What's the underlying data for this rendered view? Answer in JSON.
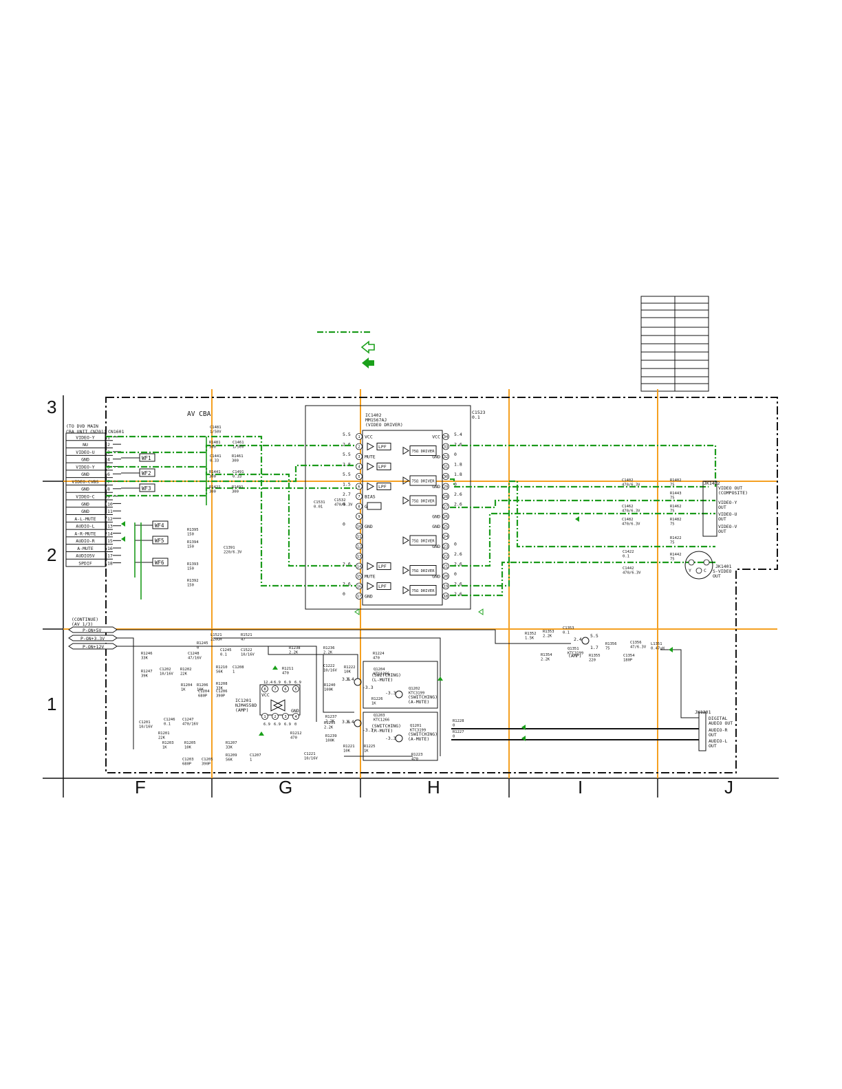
{
  "grid": {
    "columns": [
      "F",
      "G",
      "H",
      "I",
      "J"
    ],
    "rows": [
      "3",
      "2",
      "1"
    ]
  },
  "legend": {
    "line_color": "#1a9a1a",
    "arrow_outline": "open-arrow",
    "arrow_filled": "filled-arrow"
  },
  "board": {
    "title": "AV CBA"
  },
  "connector_cn1601": {
    "header": [
      "(TO DVD MAIN",
      "CBA UNIT CN701)",
      "CN1601"
    ],
    "pins": [
      {
        "name": "VIDEO-Y",
        "num": "1"
      },
      {
        "name": "NU",
        "num": "2"
      },
      {
        "name": "VIDEO-U",
        "num": "3"
      },
      {
        "name": "GND",
        "num": "4"
      },
      {
        "name": "VIDEO-Y",
        "num": "5"
      },
      {
        "name": "GND",
        "num": "6"
      },
      {
        "name": "VIDEO-CVBS",
        "num": "7"
      },
      {
        "name": "GND",
        "num": "8"
      },
      {
        "name": "VIDEO-C",
        "num": "9"
      },
      {
        "name": "GND",
        "num": "10"
      },
      {
        "name": "GND",
        "num": "11"
      },
      {
        "name": "A-L-MUTE",
        "num": "12"
      },
      {
        "name": "AUDIO-L",
        "num": "13"
      },
      {
        "name": "A-R-MUTE",
        "num": "14"
      },
      {
        "name": "AUDIO-R",
        "num": "15"
      },
      {
        "name": "A-MUTE",
        "num": "16"
      },
      {
        "name": "AUDIO5V",
        "num": "17"
      },
      {
        "name": "SPDIF",
        "num": "18"
      }
    ]
  },
  "waveform_markers": [
    "WF1",
    "WF2",
    "WF3",
    "WF4",
    "WF5",
    "WF6"
  ],
  "ic1402": {
    "ref": "IC1402",
    "part": "MM1567AJ",
    "desc": "(VIDEO DRIVER)",
    "left_pins": [
      {
        "n": "1",
        "name": "VCC",
        "v": "5.5"
      },
      {
        "n": "2",
        "name": "",
        "v": "2.6"
      },
      {
        "n": "3",
        "name": "MUTE",
        "v": "5.5"
      },
      {
        "n": "4",
        "name": "",
        "v": "2.8"
      },
      {
        "n": "5",
        "name": "",
        "v": "5.5"
      },
      {
        "n": "6",
        "name": "",
        "v": "1.5"
      },
      {
        "n": "7",
        "name": "BIAS",
        "v": "2.7"
      },
      {
        "n": "8",
        "name": "GND",
        "v": "0"
      },
      {
        "n": "9",
        "name": "",
        "v": ""
      },
      {
        "n": "10",
        "name": "GND",
        "v": "0"
      },
      {
        "n": "11",
        "name": "",
        "v": ""
      },
      {
        "n": "12",
        "name": "",
        "v": ""
      },
      {
        "n": "13",
        "name": "",
        "v": ""
      },
      {
        "n": "14",
        "name": "",
        "v": "2.6"
      },
      {
        "n": "15",
        "name": "MUTE",
        "v": ""
      },
      {
        "n": "16",
        "name": "",
        "v": "2.6"
      },
      {
        "n": "17",
        "name": "GND",
        "v": "0"
      }
    ],
    "right_pins": [
      {
        "n": "34",
        "name": "VCC",
        "v": "5.4"
      },
      {
        "n": "33",
        "name": "",
        "v": "2.6"
      },
      {
        "n": "32",
        "name": "GND",
        "v": "0"
      },
      {
        "n": "31",
        "name": "",
        "v": "1.8"
      },
      {
        "n": "30",
        "name": "",
        "v": "1.8"
      },
      {
        "n": "29",
        "name": "GND",
        "v": "0"
      },
      {
        "n": "28",
        "name": "",
        "v": "2.6"
      },
      {
        "n": "27",
        "name": "",
        "v": "2.6"
      },
      {
        "n": "26",
        "name": "GND",
        "v": ""
      },
      {
        "n": "25",
        "name": "GND",
        "v": ""
      },
      {
        "n": "24",
        "name": "",
        "v": ""
      },
      {
        "n": "23",
        "name": "GND",
        "v": "0"
      },
      {
        "n": "22",
        "name": "",
        "v": "2.6"
      },
      {
        "n": "21",
        "name": "",
        "v": "2.6"
      },
      {
        "n": "20",
        "name": "GND",
        "v": "0"
      },
      {
        "n": "19",
        "name": "",
        "v": "2.6"
      },
      {
        "n": "18",
        "name": "",
        "v": "2.6"
      }
    ],
    "blocks": [
      "LPF",
      "75Ω DRIVER"
    ]
  },
  "ic1201": {
    "ref": "IC1201",
    "part": "NJM4558D",
    "desc": "(AMP)",
    "vcc": "VCC",
    "gnd": "GND",
    "top_pins": [
      "8",
      "7",
      "6",
      "5"
    ],
    "bottom_pins": [
      "1",
      "2",
      "3",
      "4"
    ],
    "top_volts": [
      "12.4",
      "6.9",
      "6.9",
      "6.9"
    ],
    "bottom_volts": [
      "6.9",
      "6.9",
      "6.9",
      "0"
    ]
  },
  "outputs_jk1402": {
    "ref": "JK1402",
    "items": [
      "VIDEO OUT",
      "(COMPOSITE)",
      "VIDEO-Y",
      "OUT",
      "VIDEO-U",
      "OUT",
      "VIDEO-V",
      "OUT"
    ]
  },
  "svideo": {
    "ref": "JK1401",
    "label1": "S-VIDEO",
    "label2": "OUT",
    "pin_y": "Y",
    "pin_c": "C"
  },
  "outputs_jk1201": {
    "ref": "JK1201",
    "items": [
      "DIGITAL",
      "AUDIO OUT",
      "AUDIO-R",
      "OUT",
      "AUDIO-L",
      "OUT"
    ]
  },
  "power_lines": {
    "header": [
      "(CONTINUE)",
      "(AV 1/3)"
    ],
    "items": [
      "P-ON+5V",
      "P-ON+3.3V",
      "P-ON+12V"
    ]
  },
  "components": [
    {
      "ref": "C1481",
      "val": "1/50V"
    },
    {
      "ref": "R1481",
      "val": "300"
    },
    {
      "ref": "C1461",
      "val": "1/50V"
    },
    {
      "ref": "R1461",
      "val": "300"
    },
    {
      "ref": "C1441",
      "val": "0.33"
    },
    {
      "ref": "C1491",
      "val": "0.33"
    },
    {
      "ref": "R1441",
      "val": "300"
    },
    {
      "ref": "R1491",
      "val": "300"
    },
    {
      "ref": "R1421",
      "val": "300"
    },
    {
      "ref": "C1523",
      "val": "0.1"
    },
    {
      "ref": "C1531",
      "val": "0.01"
    },
    {
      "ref": "C1532",
      "val": "470/6.3V"
    },
    {
      "ref": "C1402",
      "val": "470/6.3V"
    },
    {
      "ref": "R1402",
      "val": "75"
    },
    {
      "ref": "R1443",
      "val": "75"
    },
    {
      "ref": "C1462",
      "val": "470/6.3V"
    },
    {
      "ref": "R1462",
      "val": "75"
    },
    {
      "ref": "C1482",
      "val": "470/6.3V"
    },
    {
      "ref": "R1482",
      "val": "75"
    },
    {
      "ref": "R1422",
      "val": "75"
    },
    {
      "ref": "C1422",
      "val": "0.1"
    },
    {
      "ref": "R1442",
      "val": "75"
    },
    {
      "ref": "C1442",
      "val": "470/6.3V"
    },
    {
      "ref": "R1395",
      "val": "150"
    },
    {
      "ref": "R1394",
      "val": "150"
    },
    {
      "ref": "R1393",
      "val": "150"
    },
    {
      "ref": "R1392",
      "val": "150"
    },
    {
      "ref": "C1391",
      "val": "220/6.3V"
    },
    {
      "ref": "L1521",
      "val": "220uH"
    },
    {
      "ref": "R1521",
      "val": "47"
    },
    {
      "ref": "R1245",
      "val": "0"
    },
    {
      "ref": "C1245",
      "val": "0.1"
    },
    {
      "ref": "C1522",
      "val": "10/16V"
    },
    {
      "ref": "R1246",
      "val": "33K"
    },
    {
      "ref": "C1248",
      "val": "47/16V"
    },
    {
      "ref": "R1247",
      "val": "39K"
    },
    {
      "ref": "C1202",
      "val": "10/16V"
    },
    {
      "ref": "R1202",
      "val": "22K"
    },
    {
      "ref": "R1210",
      "val": "56K"
    },
    {
      "ref": "C1208",
      "val": "1"
    },
    {
      "ref": "R1204",
      "val": "1K"
    },
    {
      "ref": "R1206",
      "val": "10K"
    },
    {
      "ref": "R1208",
      "val": "33K"
    },
    {
      "ref": "C1204",
      "val": "680P"
    },
    {
      "ref": "C1206",
      "val": "390P"
    },
    {
      "ref": "R1211",
      "val": "470"
    },
    {
      "ref": "R1238",
      "val": "2.2K"
    },
    {
      "ref": "R1236",
      "val": "2.2K"
    },
    {
      "ref": "C1222",
      "val": "10/16V"
    },
    {
      "ref": "R1222",
      "val": "10K"
    },
    {
      "ref": "R1224",
      "val": "470"
    },
    {
      "ref": "Q1204",
      "val": "KTC1266"
    },
    {
      "ref": "R1240",
      "val": "100K"
    },
    {
      "ref": "Q1202",
      "val": "KTC3199"
    },
    {
      "ref": "R1226",
      "val": "1K"
    },
    {
      "ref": "R1235",
      "val": "2.2K"
    },
    {
      "ref": "R1237",
      "val": "2.2K"
    },
    {
      "ref": "Q1203",
      "val": "KTC1266"
    },
    {
      "ref": "Q1201",
      "val": "KTC3199"
    },
    {
      "ref": "R1239",
      "val": "100K"
    },
    {
      "ref": "R1221",
      "val": "10K"
    },
    {
      "ref": "R1225",
      "val": "1K"
    },
    {
      "ref": "R1223",
      "val": "470"
    },
    {
      "ref": "C1221",
      "val": "10/16V"
    },
    {
      "ref": "R1228",
      "val": "0"
    },
    {
      "ref": "R1227",
      "val": "0"
    },
    {
      "ref": "C1201",
      "val": "10/16V"
    },
    {
      "ref": "C1246",
      "val": "0.1"
    },
    {
      "ref": "C1247",
      "val": "470/16V"
    },
    {
      "ref": "R1201",
      "val": "22K"
    },
    {
      "ref": "R1203",
      "val": "1K"
    },
    {
      "ref": "R1205",
      "val": "10K"
    },
    {
      "ref": "C1203",
      "val": "680P"
    },
    {
      "ref": "C1205",
      "val": "390P"
    },
    {
      "ref": "R1207",
      "val": "33K"
    },
    {
      "ref": "R1209",
      "val": "56K"
    },
    {
      "ref": "C1207",
      "val": "1"
    },
    {
      "ref": "R1212",
      "val": "470"
    },
    {
      "ref": "R1352",
      "val": "1.5K"
    },
    {
      "ref": "R1353",
      "val": "2.2K"
    },
    {
      "ref": "C1353",
      "val": "0.1"
    },
    {
      "ref": "R1354",
      "val": "2.2K"
    },
    {
      "ref": "Q1351",
      "val": "KTC3199"
    },
    {
      "ref": "R1355",
      "val": "220"
    },
    {
      "ref": "R1356",
      "val": "75"
    },
    {
      "ref": "C1356",
      "val": "47/6.3V"
    },
    {
      "ref": "C1354",
      "val": "180P"
    },
    {
      "ref": "L1351",
      "val": "0.47uH"
    }
  ],
  "labels": {
    "switching_a": "(SWITCHING)",
    "r_mute": "(R-MUTE)",
    "l_mute": "(L-MUTE)",
    "a_mute": "(A-MUTE)",
    "amp": "(AMP)",
    "q1351_role": "(AMP)"
  },
  "voltages": {
    "q1204_b": "3.6",
    "q1204_e": "3.4",
    "q1204_x": "-3.3",
    "q1202": "-3.3",
    "q1203_b": "3.6",
    "q1203_e": "3.4",
    "q1203_x": "-3.3",
    "q1201": "-3.3",
    "q1351_c": "5.5",
    "q1351_b": "2.4",
    "q1351_e": "1.7"
  }
}
